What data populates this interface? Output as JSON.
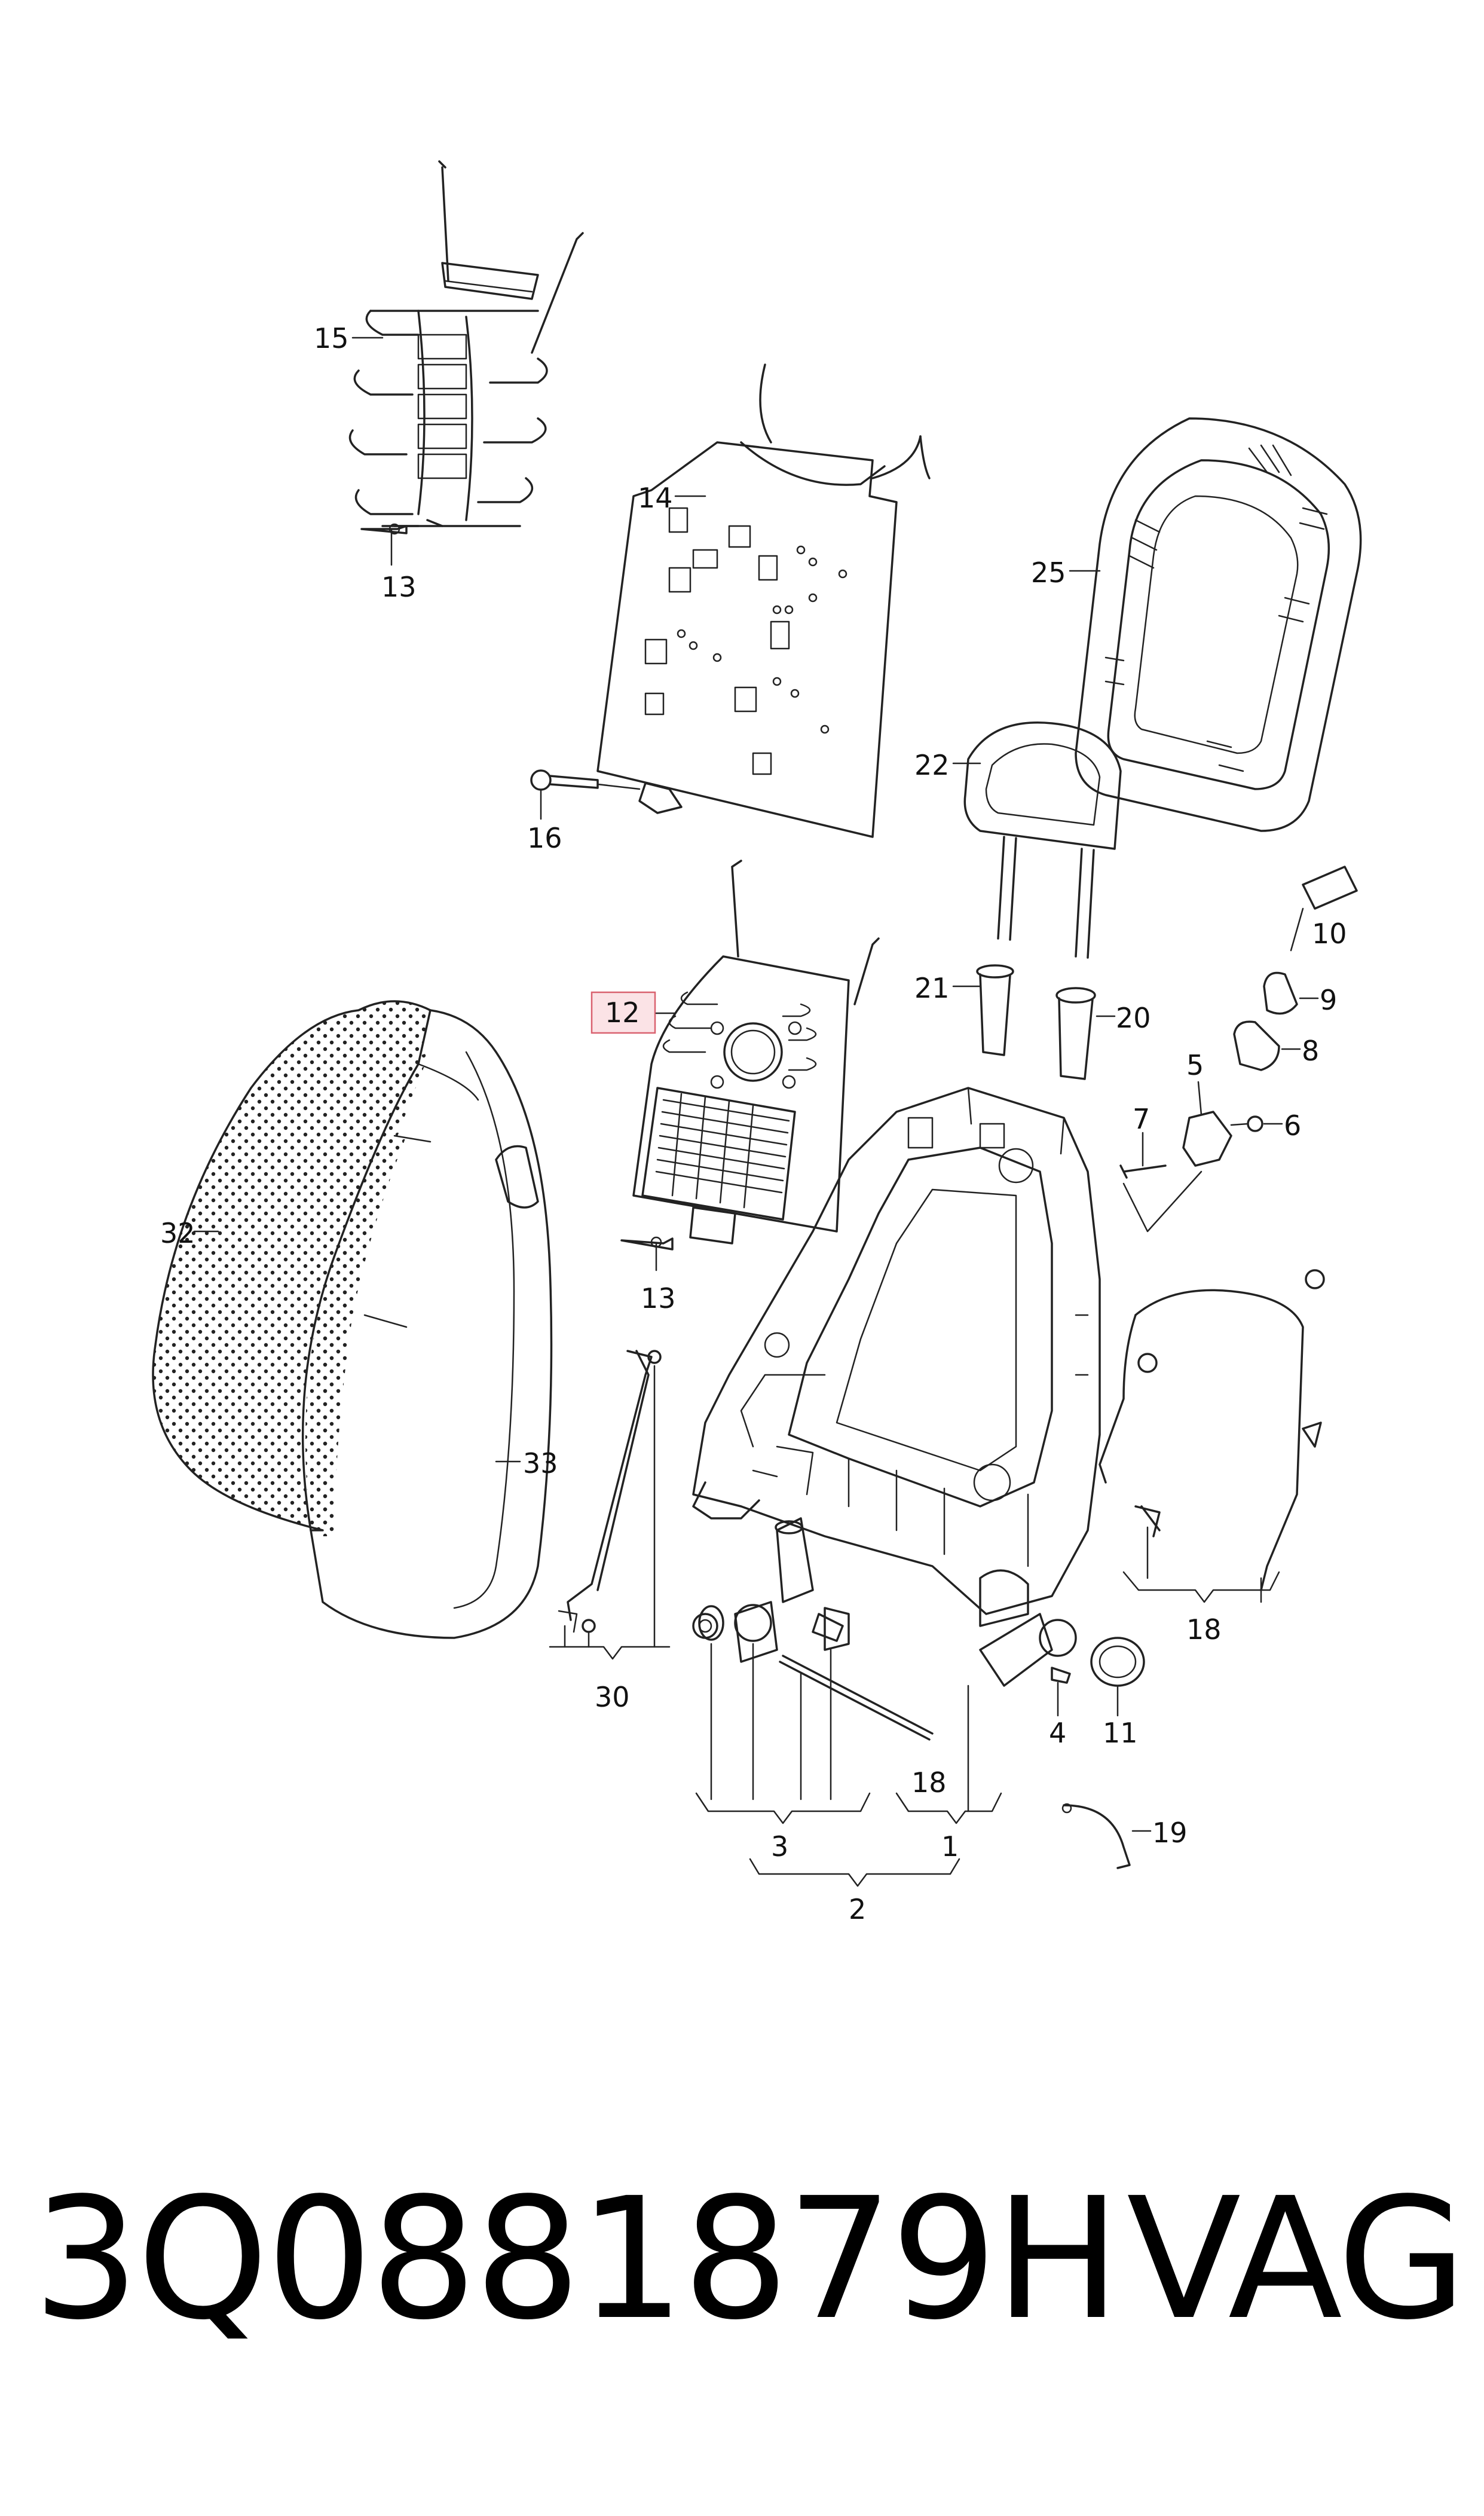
{
  "part_number": "3Q0881879H",
  "brand": "VAG",
  "callouts": [
    {
      "id": "15",
      "text": "15"
    },
    {
      "id": "13a",
      "text": "13"
    },
    {
      "id": "14",
      "text": "14"
    },
    {
      "id": "25",
      "text": "25"
    },
    {
      "id": "16",
      "text": "16"
    },
    {
      "id": "22",
      "text": "22"
    },
    {
      "id": "10",
      "text": "10"
    },
    {
      "id": "12",
      "text": "12",
      "highlighted": true
    },
    {
      "id": "21",
      "text": "21"
    },
    {
      "id": "20",
      "text": "20"
    },
    {
      "id": "9",
      "text": "9"
    },
    {
      "id": "8",
      "text": "8"
    },
    {
      "id": "5",
      "text": "5"
    },
    {
      "id": "7",
      "text": "7"
    },
    {
      "id": "6",
      "text": "6"
    },
    {
      "id": "32",
      "text": "32"
    },
    {
      "id": "13b",
      "text": "13"
    },
    {
      "id": "33",
      "text": "33"
    },
    {
      "id": "18a",
      "text": "18"
    },
    {
      "id": "30",
      "text": "30"
    },
    {
      "id": "4",
      "text": "4"
    },
    {
      "id": "11",
      "text": "11"
    },
    {
      "id": "18b",
      "text": "18"
    },
    {
      "id": "3",
      "text": "3"
    },
    {
      "id": "1",
      "text": "1"
    },
    {
      "id": "19",
      "text": "19"
    },
    {
      "id": "2",
      "text": "2"
    }
  ],
  "colors": {
    "highlight_fill": "#fbe3e6",
    "highlight_stroke": "#d9616f",
    "line": "#222222"
  }
}
